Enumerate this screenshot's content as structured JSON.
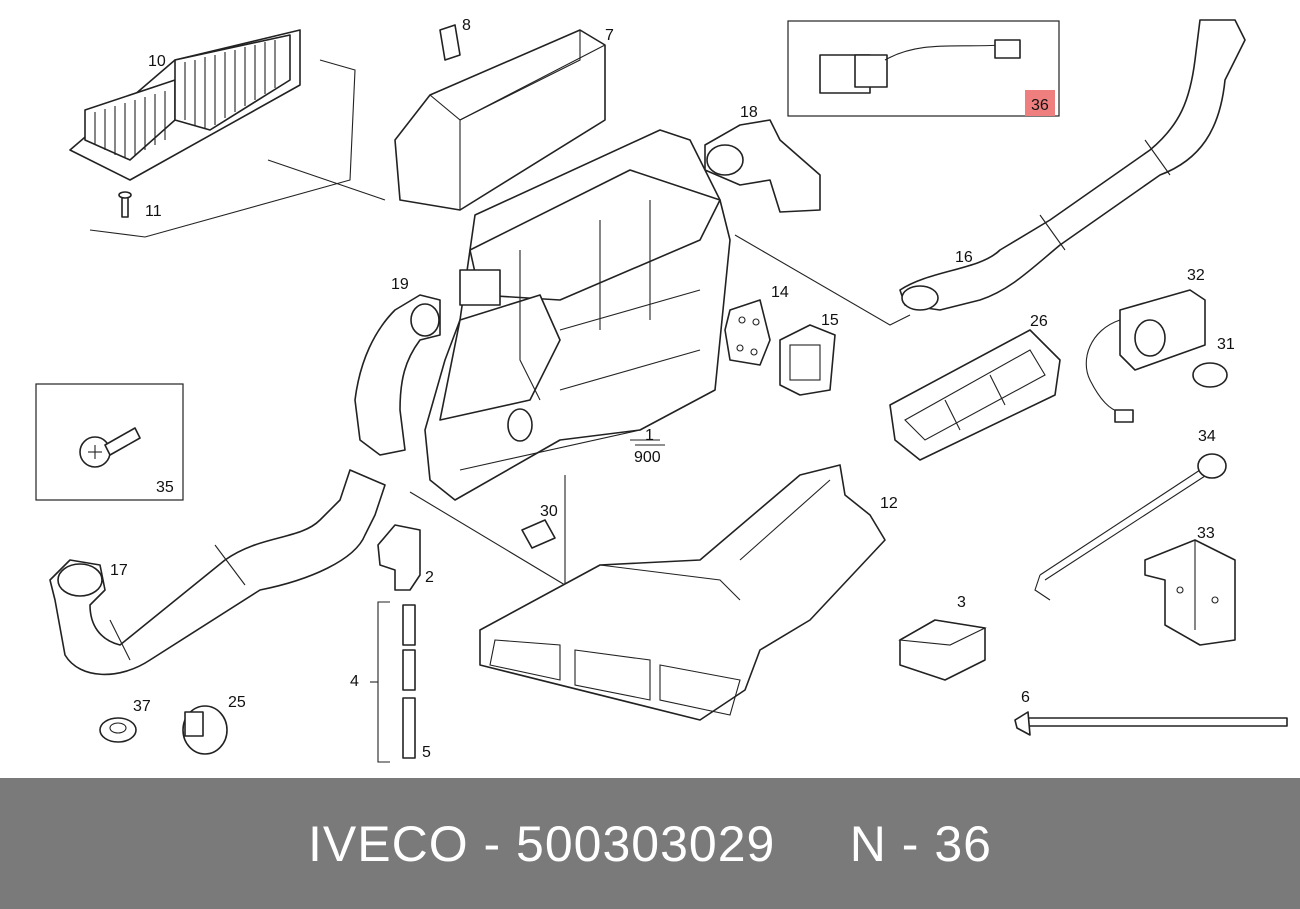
{
  "footer": {
    "brand": "IVECO",
    "sep1": " - ",
    "part_number": "500303029",
    "gap": "     ",
    "position_prefix": "N",
    "sep2": " - ",
    "position_number": "36"
  },
  "highlight_color": "#ef7f7f",
  "callouts": {
    "c1_top": "1",
    "c1_bottom": "900",
    "c2": "2",
    "c3": "3",
    "c4": "4",
    "c5": "5",
    "c6": "6",
    "c7": "7",
    "c8": "8",
    "c10": "10",
    "c11": "11",
    "c12": "12",
    "c14": "14",
    "c15": "15",
    "c16": "16",
    "c17": "17",
    "c18": "18",
    "c19": "19",
    "c25": "25",
    "c26": "26",
    "c30": "30",
    "c31": "31",
    "c32": "32",
    "c33": "33",
    "c34": "34",
    "c35": "35",
    "c36": "36",
    "c37": "37"
  }
}
